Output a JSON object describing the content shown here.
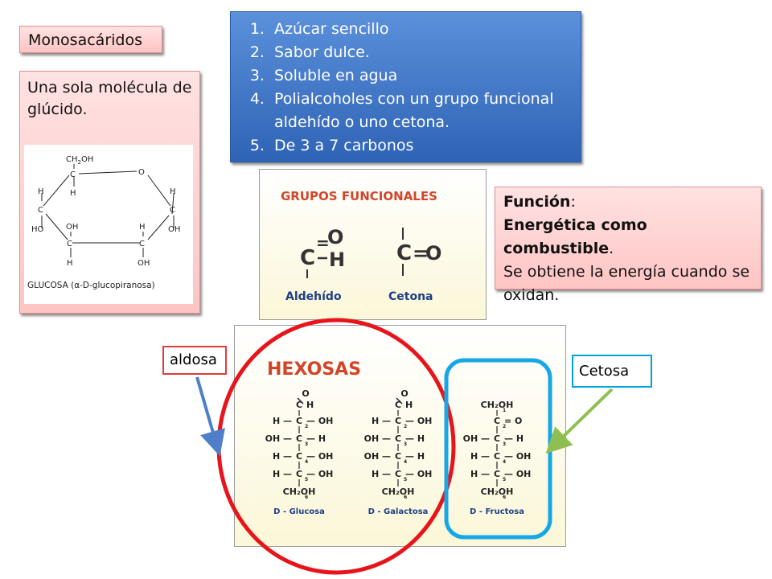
{
  "monosacaridos": {
    "title": "Monosacáridos",
    "description": "Una sola molécula de glúcido.",
    "glucose_caption": "GLUCOSA (α-D-glucopiranosa)",
    "glucose_labels": {
      "ch2oh_ch": "CH",
      "ch2oh_sub": "2",
      "ch2oh_oh": "OH",
      "c": "C",
      "o": "O",
      "h": "H",
      "ho": "HO",
      "oh": "OH"
    }
  },
  "features": {
    "items": [
      "Azúcar sencillo",
      "Sabor dulce.",
      "Soluble en agua",
      "Polialcoholes con un grupo funcional aldehído o uno cetona.",
      "De 3 a 7 carbonos"
    ]
  },
  "funcion": {
    "heading": "Función",
    "heading_suffix": ":",
    "bold_line": "Energética como combustible",
    "bold_suffix": ".",
    "text": "Se obtiene la energía cuando se oxidan."
  },
  "grupos": {
    "title": "GRUPOS FUNCIONALES",
    "aldehido_label": "Aldehído",
    "cetona_label": "Cetona",
    "atoms": {
      "c": "C",
      "o": "O",
      "h": "H",
      "double": "=",
      "single": "—",
      "bar": "|"
    }
  },
  "hexosas": {
    "title": "HEXOSAS",
    "molecules": [
      {
        "name": "D - Glucosa",
        "rows": [
          {
            "left": "",
            "center": "C",
            "right": "H",
            "top_o": "O"
          },
          {
            "left": "H —",
            "center": "C",
            "right": "— OH",
            "num": "2"
          },
          {
            "left": "OH —",
            "center": "C",
            "right": "— H",
            "num": "3"
          },
          {
            "left": "H —",
            "center": "C",
            "right": "— OH",
            "num": "4"
          },
          {
            "left": "H —",
            "center": "C",
            "right": "— OH",
            "num": "5"
          },
          {
            "left": "",
            "center": "CH₂OH",
            "right": "",
            "num": "6"
          }
        ]
      },
      {
        "name": "D - Galactosa",
        "rows": [
          {
            "left": "",
            "center": "C",
            "right": "H",
            "top_o": "O"
          },
          {
            "left": "H —",
            "center": "C",
            "right": "— OH",
            "num": "2"
          },
          {
            "left": "OH —",
            "center": "C",
            "right": "— H",
            "num": "3"
          },
          {
            "left": "OH —",
            "center": "C",
            "right": "— H",
            "num": "4"
          },
          {
            "left": "H —",
            "center": "C",
            "right": "— OH",
            "num": "5"
          },
          {
            "left": "",
            "center": "CH₂OH",
            "right": "",
            "num": "6"
          }
        ]
      },
      {
        "name": "D - Fructosa",
        "rows": [
          {
            "left": "",
            "center": "CH₂OH",
            "right": "",
            "num": "1"
          },
          {
            "left": "",
            "center": "C",
            "right": "= O",
            "num": "2"
          },
          {
            "left": "OH —",
            "center": "C",
            "right": "— H",
            "num": "3"
          },
          {
            "left": "H —",
            "center": "C",
            "right": "— OH",
            "num": "4"
          },
          {
            "left": "H —",
            "center": "C",
            "right": "— OH",
            "num": "5"
          },
          {
            "left": "",
            "center": "CH₂OH",
            "right": "",
            "num": "6"
          }
        ]
      }
    ]
  },
  "labels": {
    "aldosa": "aldosa",
    "cetosa": "Cetosa"
  },
  "colors": {
    "aldosa": "#e8141b",
    "cetosa": "#16a7e6",
    "aldosa_arrow": "#4f7fc8",
    "cetosa_arrow": "#8fbf52",
    "grupos_title": "#d2452b",
    "caption_blue": "#1f3f86"
  }
}
